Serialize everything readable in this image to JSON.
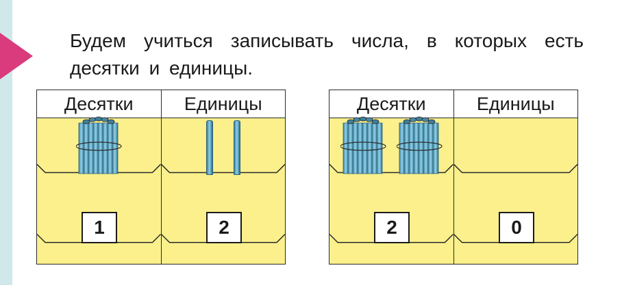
{
  "instruction": "Будем учиться записывать числа, в которых есть десятки и единицы.",
  "tables": [
    {
      "header_tens": "Десятки",
      "header_ones": "Единицы",
      "bundles": 1,
      "sticks": 2,
      "digit_tens": "1",
      "digit_ones": "2"
    },
    {
      "header_tens": "Десятки",
      "header_ones": "Единицы",
      "bundles": 2,
      "sticks": 0,
      "digit_tens": "2",
      "digit_ones": "0"
    }
  ],
  "colors": {
    "pocket": "#fbf08c",
    "stick": "#6bb3d1",
    "marker": "#d93b7c",
    "strip": "#cfe9ea"
  }
}
